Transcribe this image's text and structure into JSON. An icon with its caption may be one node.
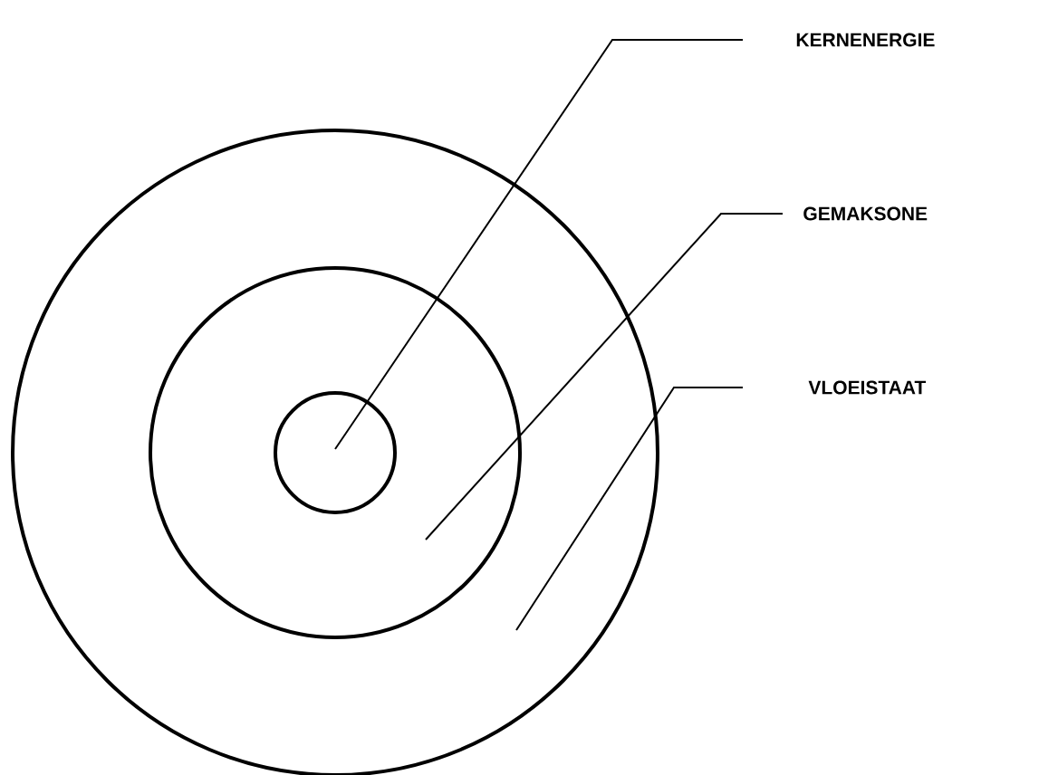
{
  "diagram": {
    "nodes": [
      {
        "text": [],
        "shape": "circle"
      },
      {
        "text": [],
        "shape": "circle",
        "in": 0
      },
      {
        "text": [],
        "shape": "circle",
        "in": 1
      },
      {
        "text": [
          "KERNENERGIE"
        ]
      },
      {
        "text": [
          "GEMAKSONE"
        ]
      },
      {
        "text": [
          "VLOEISTAAT"
        ]
      }
    ],
    "edges": [
      {
        "from": 3,
        "to": 2,
        "arrow": "none"
      },
      {
        "from": 4,
        "to": 1,
        "arrow": "none"
      },
      {
        "from": 5,
        "to": 0,
        "arrow": "none"
      }
    ]
  }
}
